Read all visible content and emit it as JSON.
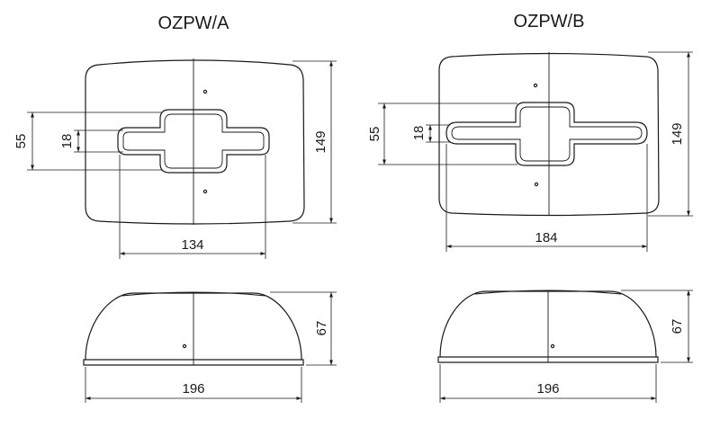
{
  "variant_a": {
    "title": "OZPW/A",
    "dims": {
      "opening_height": "55",
      "slot_height": "18",
      "height": "149",
      "slot_width": "134",
      "width": "196",
      "depth": "67"
    }
  },
  "variant_b": {
    "title": "OZPW/B",
    "dims": {
      "opening_height": "55",
      "slot_height": "18",
      "height": "149",
      "slot_width": "184",
      "width": "196",
      "depth": "67"
    }
  }
}
